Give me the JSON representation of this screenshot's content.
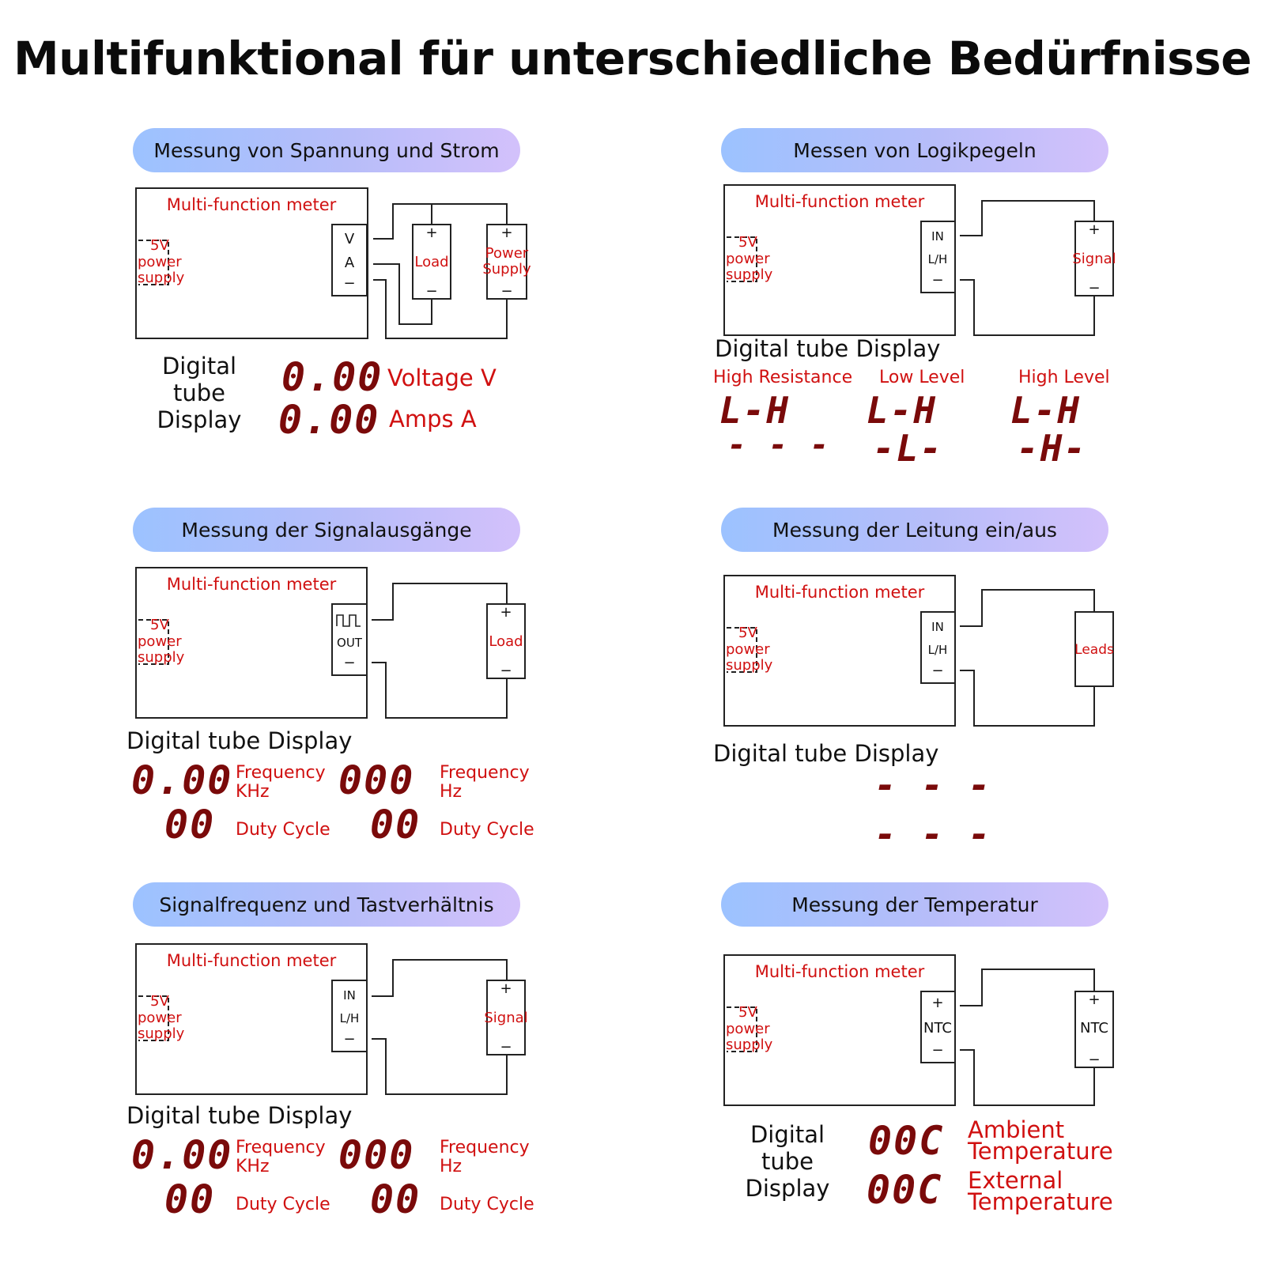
{
  "title": "Multifunktional für unterschiedliche Bedürfnisse",
  "common": {
    "meter_label": "Multi-function meter",
    "power_5v": "5V",
    "power_word": "power",
    "power_supply": "supply",
    "plus": "+",
    "minus": "−",
    "display_heading": "Digital tube Display",
    "display_heading_l1": "Digital tube",
    "display_heading_l2": "Display"
  },
  "panel1": {
    "pill": "Messung von Spannung und Strom",
    "port_v": "V",
    "port_a": "A",
    "load": "Load",
    "power_l1": "Power",
    "power_l2": "Supply",
    "row1_value": "0.00",
    "row1_label": "Voltage V",
    "row2_value": "0.00",
    "row2_label": "Amps A"
  },
  "panel2": {
    "pill": "Messen von Logikpegeln",
    "port_in": "IN",
    "port_lh": "L/H",
    "signal": "Signal",
    "states": [
      {
        "label": "High Resistance",
        "top": "L-H",
        "bottom": "- - -"
      },
      {
        "label": "Low Level",
        "top": "L-H",
        "bottom": "-L-"
      },
      {
        "label": "High Level",
        "top": "L-H",
        "bottom": "-H-"
      }
    ]
  },
  "panel3": {
    "pill": "Messung der Signalausgänge",
    "port_out": "OUT",
    "load": "Load",
    "khz_value": "0.00",
    "khz_l1": "Frequency",
    "khz_l2": "KHz",
    "hz_value": "000",
    "hz_l1": "Frequency",
    "hz_l2": "Hz",
    "duty_value_1": "00",
    "duty_value_2": "00",
    "duty_label": "Duty Cycle"
  },
  "panel4": {
    "pill": "Messung der Leitung ein/aus",
    "port_in": "IN",
    "port_lh": "L/H",
    "leads": "Leads",
    "row1": "- - -",
    "row2": "- - -"
  },
  "panel5": {
    "pill": "Signalfrequenz und Tastverhältnis",
    "port_in": "IN",
    "port_lh": "L/H",
    "signal": "Signal",
    "khz_value": "0.00",
    "khz_l1": "Frequency",
    "khz_l2": "KHz",
    "hz_value": "000",
    "hz_l1": "Frequency",
    "hz_l2": "Hz",
    "duty_value_1": "00",
    "duty_value_2": "00",
    "duty_label": "Duty Cycle"
  },
  "panel6": {
    "pill": "Messung der Temperatur",
    "port_ntc": "NTC",
    "sensor_ntc": "NTC",
    "row1_value": "00C",
    "row1_l1": "Ambient",
    "row1_l2": "Temperature",
    "row2_value": "00C",
    "row2_l1": "External",
    "row2_l2": "Temperature"
  },
  "colors": {
    "red_text": "#d01010",
    "segment": "#7a0a0a",
    "pill_left": "#9cc2ff",
    "pill_right": "#d3c1fb"
  }
}
